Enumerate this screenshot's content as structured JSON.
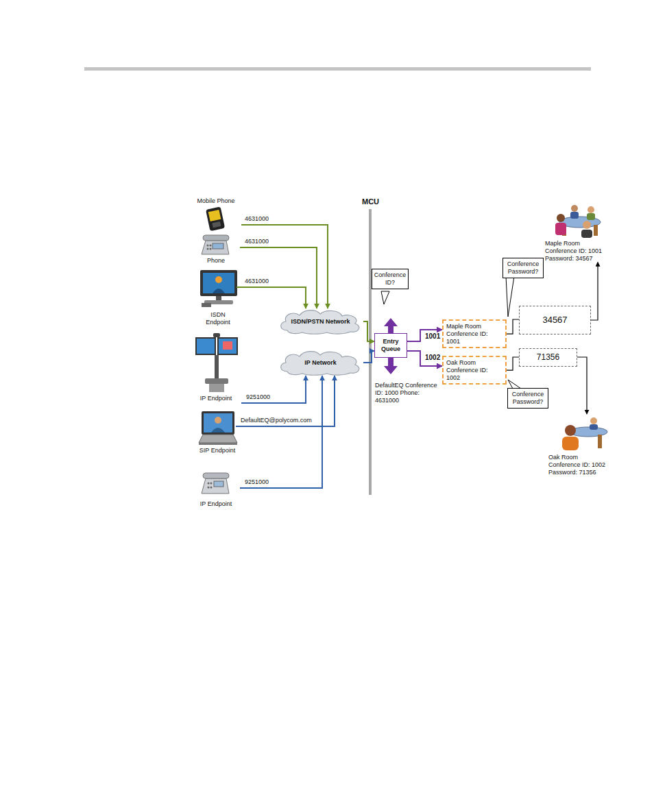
{
  "diagram": {
    "nodes": [
      {
        "text": [
          "Mobile Phone"
        ]
      },
      {
        "text": [
          "Phone"
        ]
      },
      {
        "text": [
          "ISDN Endpoint"
        ]
      },
      {
        "text": [
          "IP Endpoint"
        ]
      },
      {
        "text": [
          "SIP Endpoint"
        ]
      },
      {
        "text": [
          "IP Endpoint"
        ]
      },
      {
        "text": [
          "ISDN/PSTN Network"
        ]
      },
      {
        "text": [
          "IP Network"
        ]
      },
      {
        "text": [
          "Conference ID?"
        ]
      },
      {
        "text": [
          "Entry Queue",
          "DefaultEQ Conference ID: 1000 Phone: 4631000"
        ]
      },
      {
        "text": [
          "Conference Password?"
        ]
      },
      {
        "text": [
          "Maple Room Conference ID: 1001"
        ]
      },
      {
        "text": [
          "34567"
        ]
      },
      {
        "text": [
          "Maple Room Conference ID: 1001 Password: 34567"
        ]
      },
      {
        "text": [
          "Oak Room Conference ID: 1002"
        ]
      },
      {
        "text": [
          "71356"
        ]
      },
      {
        "text": [
          "Conference Password?"
        ]
      },
      {
        "text": [
          "Oak Room Conference ID: 1002 Password: 71356"
        ]
      }
    ],
    "edges": [
      {
        "from": 0,
        "to": 6,
        "label": "4631000",
        "arrow": "to"
      },
      {
        "from": 1,
        "to": 6,
        "label": "4631000",
        "arrow": "to"
      },
      {
        "from": 2,
        "to": 6,
        "label": "4631000",
        "arrow": "to"
      },
      {
        "from": 3,
        "to": 7,
        "label": "9251000",
        "arrow": "to"
      },
      {
        "from": 4,
        "to": 7,
        "label": "DefaultEQ@polycom.com",
        "arrow": "to"
      },
      {
        "from": 5,
        "to": 7,
        "label": "9251000",
        "arrow": "to"
      },
      {
        "from": 6,
        "to": 9,
        "arrow": "to"
      },
      {
        "from": 7,
        "to": 9,
        "arrow": "to"
      },
      {
        "from": 9,
        "to": 11,
        "label": "1001",
        "arrow": "to"
      },
      {
        "from": 9,
        "to": 14,
        "label": "1002",
        "arrow": "to"
      },
      {
        "from": 11,
        "to": 12,
        "arrow": "none"
      },
      {
        "from": 12,
        "to": 13,
        "arrow": "to"
      },
      {
        "from": 14,
        "to": 15,
        "arrow": "none"
      },
      {
        "from": 15,
        "to": 17,
        "arrow": "to"
      }
    ],
    "labels": [
      "MCU"
    ]
  }
}
